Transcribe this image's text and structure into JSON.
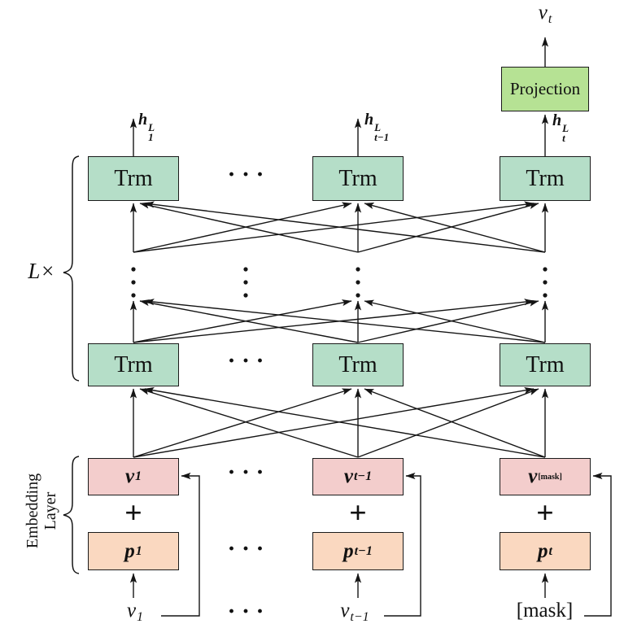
{
  "output": {
    "base": "v",
    "sub": "t"
  },
  "projection": {
    "label": "Projection"
  },
  "hidden_outputs": [
    {
      "base": "h",
      "sup": "L",
      "sub": "1"
    },
    {
      "base": "h",
      "sup": "L",
      "sub": "t−1"
    },
    {
      "base": "h",
      "sup": "L",
      "sub": "t"
    }
  ],
  "transformer": {
    "multiplier": "L×",
    "top_row": [
      "Trm",
      "Trm",
      "Trm"
    ],
    "bottom_row": [
      "Trm",
      "Trm",
      "Trm"
    ]
  },
  "embedding": {
    "section_label": [
      "Embedding",
      "Layer"
    ],
    "plus": "+",
    "item_boxes": [
      {
        "base": "v",
        "sub": "1"
      },
      {
        "base": "v",
        "sub": "t−1"
      },
      {
        "base": "v",
        "sub": "[mask]"
      }
    ],
    "position_boxes": [
      {
        "base": "p",
        "sub": "1"
      },
      {
        "base": "p",
        "sub": "t−1"
      },
      {
        "base": "p",
        "sub": "t"
      }
    ]
  },
  "inputs": [
    {
      "base": "v",
      "sub": "1"
    },
    {
      "base": "v",
      "sub": "t−1"
    },
    {
      "base": "[mask]",
      "sub": ""
    }
  ],
  "ellipsis": "· · ·",
  "colors": {
    "trm_fill": "#b5dec8",
    "projection_fill": "#b6e294",
    "item_fill": "#f3cdcc",
    "position_fill": "#fad8c0",
    "line": "#151515"
  }
}
